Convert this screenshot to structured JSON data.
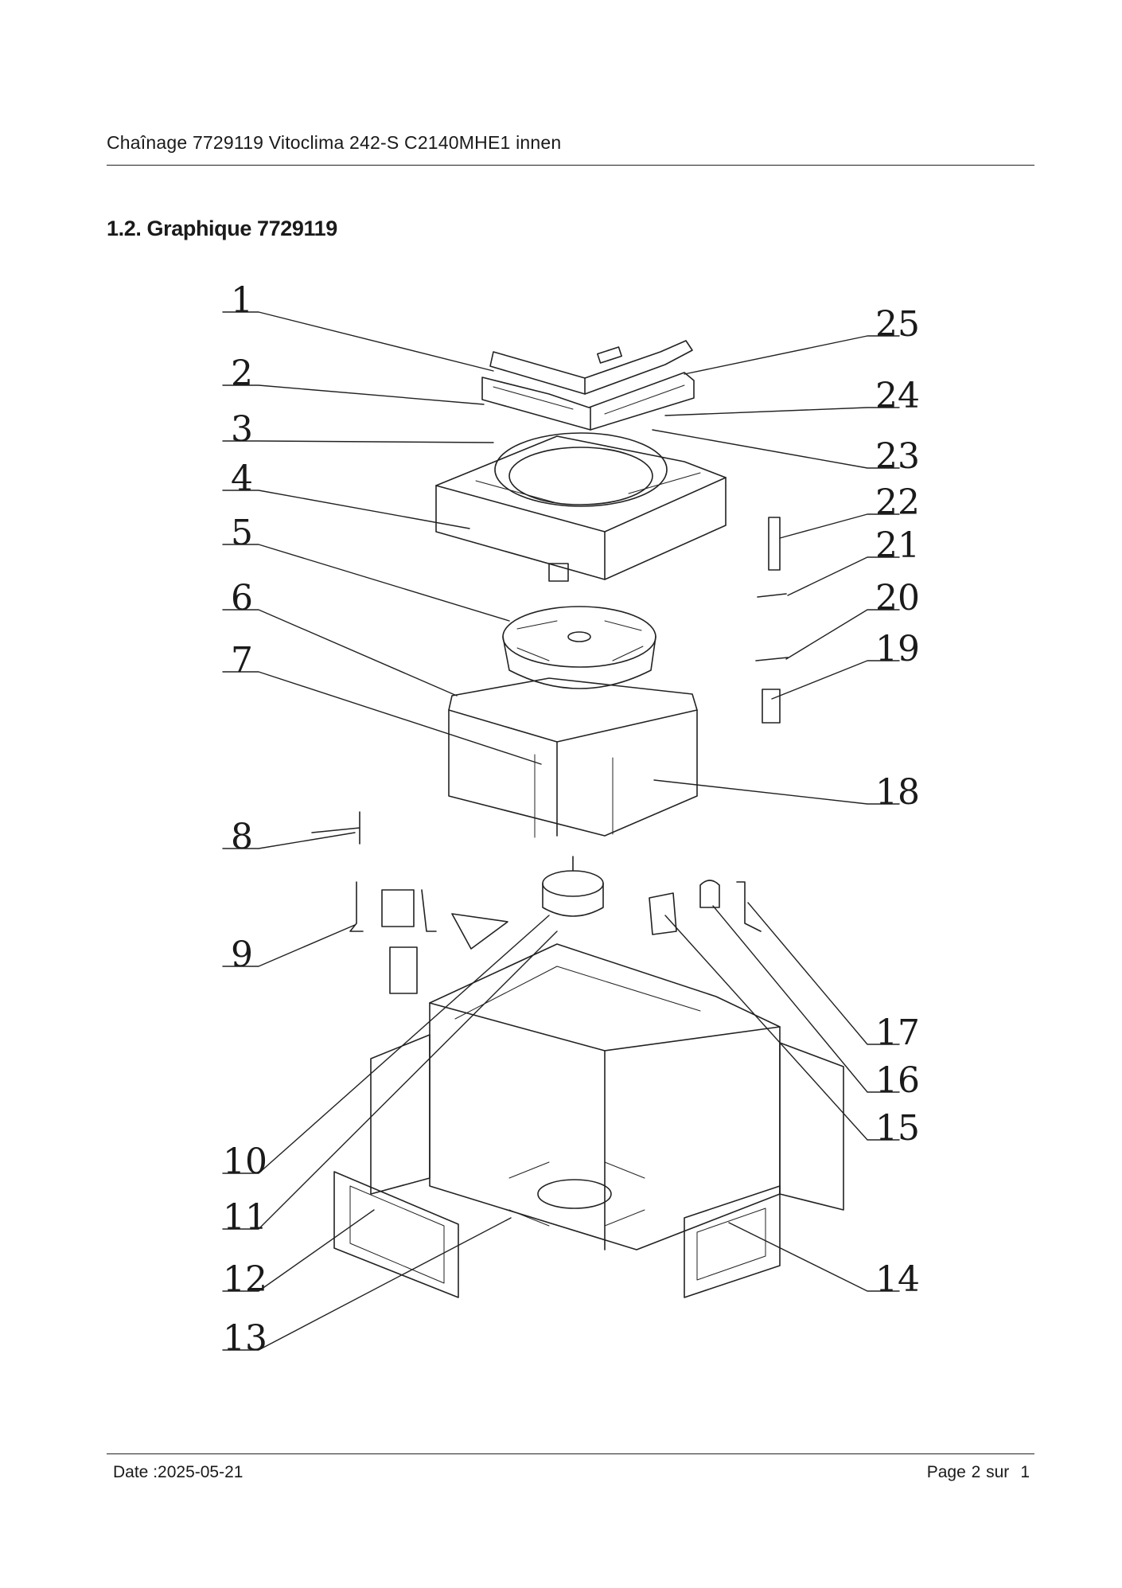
{
  "header": {
    "title": "Chaînage 7729119 Vitoclima 242-S C2140MHE1 innen"
  },
  "section": {
    "heading": "1.2. Graphique 7729119"
  },
  "diagram": {
    "callouts": [
      "1",
      "2",
      "3",
      "4",
      "5",
      "6",
      "7",
      "8",
      "9",
      "10",
      "11",
      "12",
      "13",
      "14",
      "15",
      "16",
      "17",
      "18",
      "19",
      "20",
      "21",
      "22",
      "23",
      "24",
      "25"
    ]
  },
  "footer": {
    "date": "Date :2025-05-21",
    "page_label": "Page 2 sur",
    "page_total": "1"
  }
}
